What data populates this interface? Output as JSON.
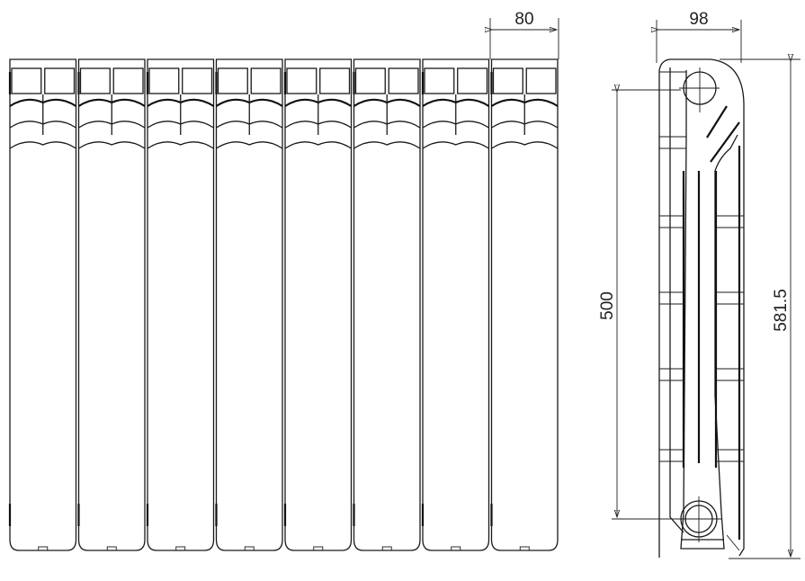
{
  "drawing": {
    "front_view": {
      "section_count": 8
    },
    "dimensions": {
      "section_width": "80",
      "depth": "98",
      "center_distance": "500",
      "total_height": "581.5"
    },
    "colors": {
      "line": "#1a1a1a",
      "background": "#ffffff"
    }
  }
}
